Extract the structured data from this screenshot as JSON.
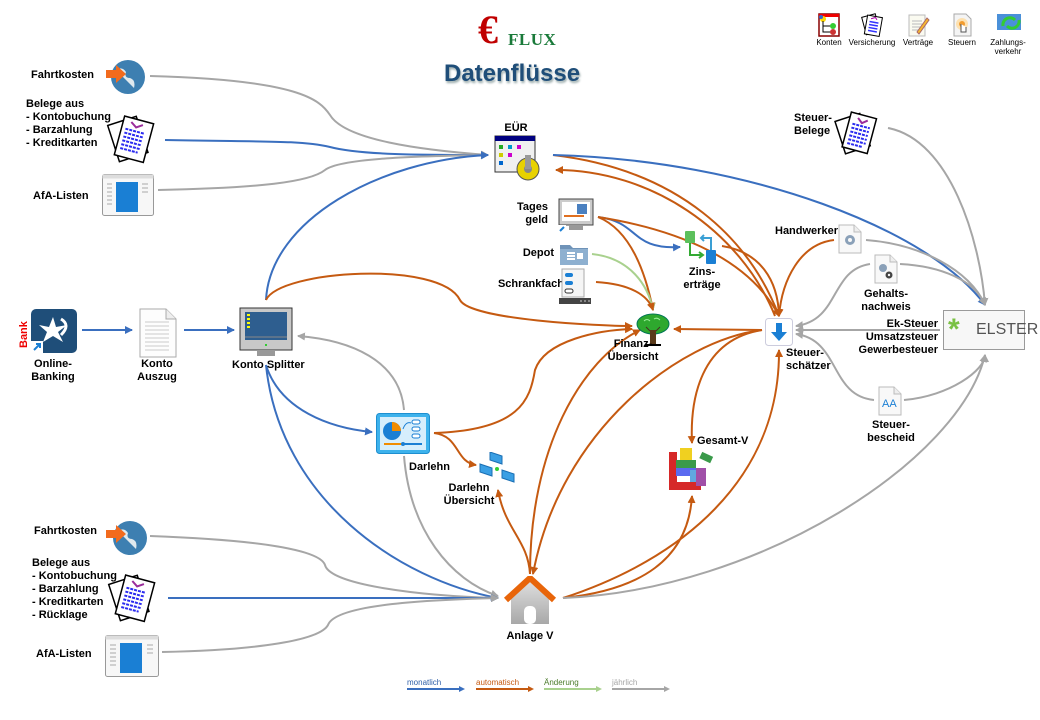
{
  "app": {
    "logo_symbol": "€",
    "logo_text": "FLUX",
    "title": "Datenflüsse"
  },
  "toolbar": [
    {
      "id": "konten",
      "label": "Konten",
      "icon": "accounts-tree-icon"
    },
    {
      "id": "versicherung",
      "label": "Versicherung",
      "icon": "documents-stack-icon"
    },
    {
      "id": "vertraege",
      "label": "Verträge",
      "icon": "contract-pencil-icon"
    },
    {
      "id": "steuern",
      "label": "Steuern",
      "icon": "hand-touch-document-icon"
    },
    {
      "id": "zahlungsverkehr",
      "label": "Zahlungs-\nverkehr",
      "icon": "transfer-arrows-monitor-icon"
    }
  ],
  "nodes": {
    "fahrtkosten_top": {
      "label": "Fahrtkosten",
      "icon": "globe-arrow-icon"
    },
    "belege_top": {
      "label": "Belege aus\n- Kontobuchung\n- Barzahlung\n- Kreditkarten",
      "icon": "receipts-icon"
    },
    "afa_top": {
      "label": "AfA-Listen",
      "icon": "list-window-icon"
    },
    "online_banking": {
      "label": "Online-\nBanking",
      "badge": "Bank",
      "icon": "bank-star-icon"
    },
    "konto_auszug": {
      "label": "Konto\nAuszug",
      "icon": "document-icon"
    },
    "konto_splitter": {
      "label": "Konto Splitter",
      "icon": "monitor-icon"
    },
    "euer": {
      "label": "EÜR",
      "icon": "window-gear-icon"
    },
    "tagesgeld": {
      "label": "Tages\ngeld",
      "icon": "monitor-chart-icon"
    },
    "depot": {
      "label": "Depot",
      "icon": "folder-icon"
    },
    "schrankfach": {
      "label": "Schrankfach",
      "icon": "server-toggle-icon"
    },
    "zinsertraege": {
      "label": "Zins-\nerträge",
      "icon": "swap-blocks-icon"
    },
    "finanz_uebersicht": {
      "label": "Finanz-\nÜbersicht",
      "icon": "tree-icon"
    },
    "darlehn": {
      "label": "Darlehn",
      "icon": "pie-dashboard-icon"
    },
    "darlehn_uebersicht": {
      "label": "Darlehn\nÜbersicht",
      "icon": "network-screens-icon"
    },
    "steuer_belege": {
      "label": "Steuer-\nBelege",
      "icon": "receipts-icon"
    },
    "handwerker": {
      "label": "Handwerker",
      "icon": "gear-document-icon"
    },
    "gehaltsnachweis": {
      "label": "Gehalts-\nnachweis",
      "icon": "gears-document-icon"
    },
    "steuerschaetzer": {
      "label": "Steuer-\nschätzer",
      "icon": "download-arrow-icon"
    },
    "elster": {
      "label": "ELSTER",
      "icon": "elster-star-icon"
    },
    "elster_taxes": {
      "label": "Ek-Steuer\nUmsatzsteuer\nGewerbesteuer"
    },
    "steuerbescheid": {
      "label": "Steuer-\nbescheid",
      "icon": "font-document-icon"
    },
    "gesamt_v": {
      "label": "Gesamt-V",
      "icon": "building-blocks-icon"
    },
    "fahrtkosten_bottom": {
      "label": "Fahrtkosten",
      "icon": "globe-arrow-icon"
    },
    "belege_bottom": {
      "label": "Belege aus\n- Kontobuchung\n- Barzahlung\n- Kreditkarten\n- Rücklage",
      "icon": "receipts-icon"
    },
    "afa_bottom": {
      "label": "AfA-Listen",
      "icon": "list-window-icon"
    },
    "anlage_v": {
      "label": "Anlage V",
      "icon": "house-icon"
    }
  },
  "legend": [
    {
      "type": "monthly",
      "label": "monatlich",
      "color": "#3a6fbf"
    },
    {
      "type": "automatic",
      "label": "automatisch",
      "color": "#c55a11"
    },
    {
      "type": "change",
      "label": "Änderung",
      "color": "#a9d18e"
    },
    {
      "type": "yearly",
      "label": "jährlich",
      "color": "#a6a6a6"
    }
  ],
  "legend_text_colors": {
    "monthly": "#2e5fa8",
    "automatic": "#c55a11",
    "change": "#4a7a2a",
    "yearly": "#a6a6a6"
  },
  "edges": [
    {
      "from": "fahrtkosten_top",
      "to": "euer",
      "type": "yearly"
    },
    {
      "from": "belege_top",
      "to": "euer",
      "type": "monthly"
    },
    {
      "from": "afa_top",
      "to": "euer",
      "type": "yearly"
    },
    {
      "from": "konto_splitter",
      "to": "euer",
      "type": "monthly"
    },
    {
      "from": "online_banking",
      "to": "konto_auszug",
      "type": "monthly"
    },
    {
      "from": "konto_auszug",
      "to": "konto_splitter",
      "type": "monthly"
    },
    {
      "from": "darlehn",
      "to": "konto_splitter",
      "type": "yearly"
    },
    {
      "from": "konto_splitter",
      "to": "darlehn",
      "type": "monthly"
    },
    {
      "from": "konto_splitter",
      "to": "anlage_v",
      "type": "monthly"
    },
    {
      "from": "konto_splitter",
      "to": "finanz_uebersicht",
      "type": "automatic"
    },
    {
      "from": "euer",
      "to": "steuerschaetzer",
      "type": "automatic"
    },
    {
      "from": "euer",
      "to": "elster",
      "type": "monthly"
    },
    {
      "from": "steuerschaetzer",
      "to": "euer",
      "type": "automatic"
    },
    {
      "from": "tagesgeld",
      "to": "zinsertraege",
      "type": "monthly"
    },
    {
      "from": "tagesgeld",
      "to": "finanz_uebersicht",
      "type": "automatic"
    },
    {
      "from": "tagesgeld",
      "to": "steuerschaetzer",
      "type": "automatic"
    },
    {
      "from": "depot",
      "to": "finanz_uebersicht",
      "type": "change"
    },
    {
      "from": "schrankfach",
      "to": "finanz_uebersicht",
      "type": "automatic"
    },
    {
      "from": "zinsertraege",
      "to": "steuerschaetzer",
      "type": "automatic"
    },
    {
      "from": "handwerker",
      "to": "steuerschaetzer",
      "type": "automatic"
    },
    {
      "from": "steuer_belege",
      "to": "elster",
      "type": "yearly"
    },
    {
      "from": "handwerker",
      "to": "elster",
      "type": "yearly"
    },
    {
      "from": "gehaltsnachweis",
      "to": "elster",
      "type": "yearly"
    },
    {
      "from": "gehaltsnachweis",
      "to": "steuerschaetzer",
      "type": "yearly"
    },
    {
      "from": "elster",
      "to": "steuerschaetzer",
      "type": "yearly"
    },
    {
      "from": "steuerbescheid",
      "to": "steuerschaetzer",
      "type": "yearly"
    },
    {
      "from": "steuerbescheid",
      "to": "elster",
      "type": "yearly"
    },
    {
      "from": "steuerschaetzer",
      "to": "finanz_uebersicht",
      "type": "automatic"
    },
    {
      "from": "steuerschaetzer",
      "to": "gesamt_v",
      "type": "automatic"
    },
    {
      "from": "steuerschaetzer",
      "to": "anlage_v",
      "type": "automatic"
    },
    {
      "from": "darlehn",
      "to": "finanz_uebersicht",
      "type": "automatic"
    },
    {
      "from": "darlehn",
      "to": "darlehn_uebersicht",
      "type": "automatic"
    },
    {
      "from": "darlehn",
      "to": "anlage_v",
      "type": "yearly"
    },
    {
      "from": "anlage_v",
      "to": "darlehn_uebersicht",
      "type": "automatic"
    },
    {
      "from": "anlage_v",
      "to": "finanz_uebersicht",
      "type": "automatic"
    },
    {
      "from": "anlage_v",
      "to": "gesamt_v",
      "type": "automatic"
    },
    {
      "from": "anlage_v",
      "to": "steuerschaetzer",
      "type": "automatic"
    },
    {
      "from": "anlage_v",
      "to": "elster",
      "type": "yearly"
    },
    {
      "from": "fahrtkosten_bottom",
      "to": "anlage_v",
      "type": "yearly"
    },
    {
      "from": "belege_bottom",
      "to": "anlage_v",
      "type": "monthly"
    },
    {
      "from": "afa_bottom",
      "to": "anlage_v",
      "type": "yearly"
    }
  ]
}
